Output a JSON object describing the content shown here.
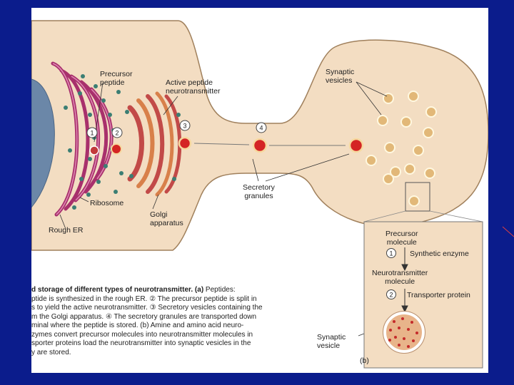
{
  "labels": {
    "precursor_peptide": [
      "Precursor",
      "peptide"
    ],
    "active_peptide": [
      "Active peptide",
      "neurotransmitter"
    ],
    "synaptic_vesicles": [
      "Synaptic",
      "vesicles"
    ],
    "secretory_granules": [
      "Secretory",
      "granules"
    ],
    "ribosome": "Ribosome",
    "rough_er": "Rough ER",
    "golgi": [
      "Golgi",
      "apparatus"
    ],
    "step_numbers": [
      "1",
      "2",
      "3",
      "4"
    ],
    "inset_precursor": [
      "Precursor",
      "molecule"
    ],
    "synthetic_enzyme": "Synthetic enzyme",
    "inset_neurotransmitter": [
      "Neurotransmitter",
      "molecule"
    ],
    "transporter_protein": "Transporter protein",
    "inset_vesicle": [
      "Synaptic",
      "vesicle"
    ],
    "panel_b": "(b)"
  },
  "caption": {
    "title": "d storage of different types of neurotransmitter. (a)",
    "title_tail": " Peptides:",
    "lines": [
      "ptide is synthesized in the rough ER. ② The precursor peptide is split in",
      "s to yield the active neurotransmitter. ③ Secretory vesicles containing the",
      "m the Golgi apparatus. ④ The secretory granules are transported down",
      "minal where the peptide is stored. (b) Amine and amino acid neuro-",
      "zymes convert precursor molecules into neurotransmitter molecules in",
      "sporter proteins load the neurotransmitter into synaptic vesicles in the",
      "y are stored."
    ]
  },
  "colors": {
    "background": "#0b1c8c",
    "cytoplasm": "#f3ddc2",
    "nucleus": "#6b87a8",
    "rough_er": "#a8306c",
    "golgi": "#c24a48",
    "granule": "#d42424",
    "vesicle": "#e2b878"
  }
}
